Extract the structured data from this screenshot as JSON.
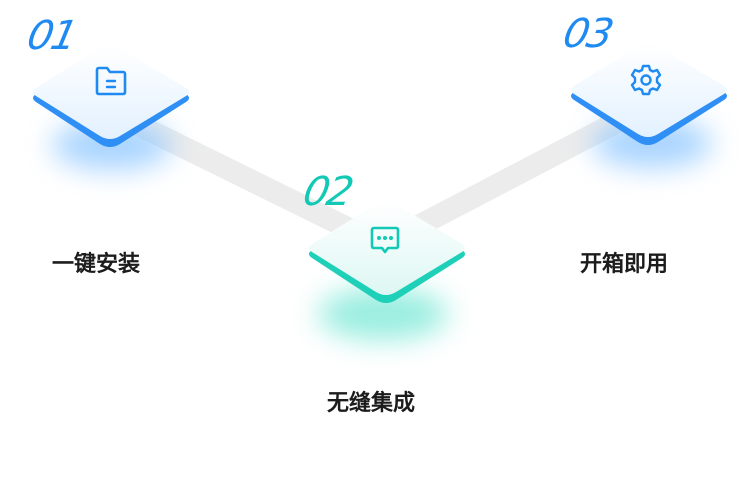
{
  "steps": [
    {
      "number": "01",
      "label": "一键安装",
      "icon": "folder-icon",
      "accent": "#1f8bf2"
    },
    {
      "number": "02",
      "label": "无缝集成",
      "icon": "chat-bubble-icon",
      "accent": "#12c9b5"
    },
    {
      "number": "03",
      "label": "开箱即用",
      "icon": "gear-icon",
      "accent": "#1f8bf2"
    }
  ],
  "colors": {
    "connector": "#ececec",
    "tile_top": "#f2f9ff",
    "tile_side_blue": "#2f8ff5",
    "tile_side_teal": "#1fd0b8"
  }
}
